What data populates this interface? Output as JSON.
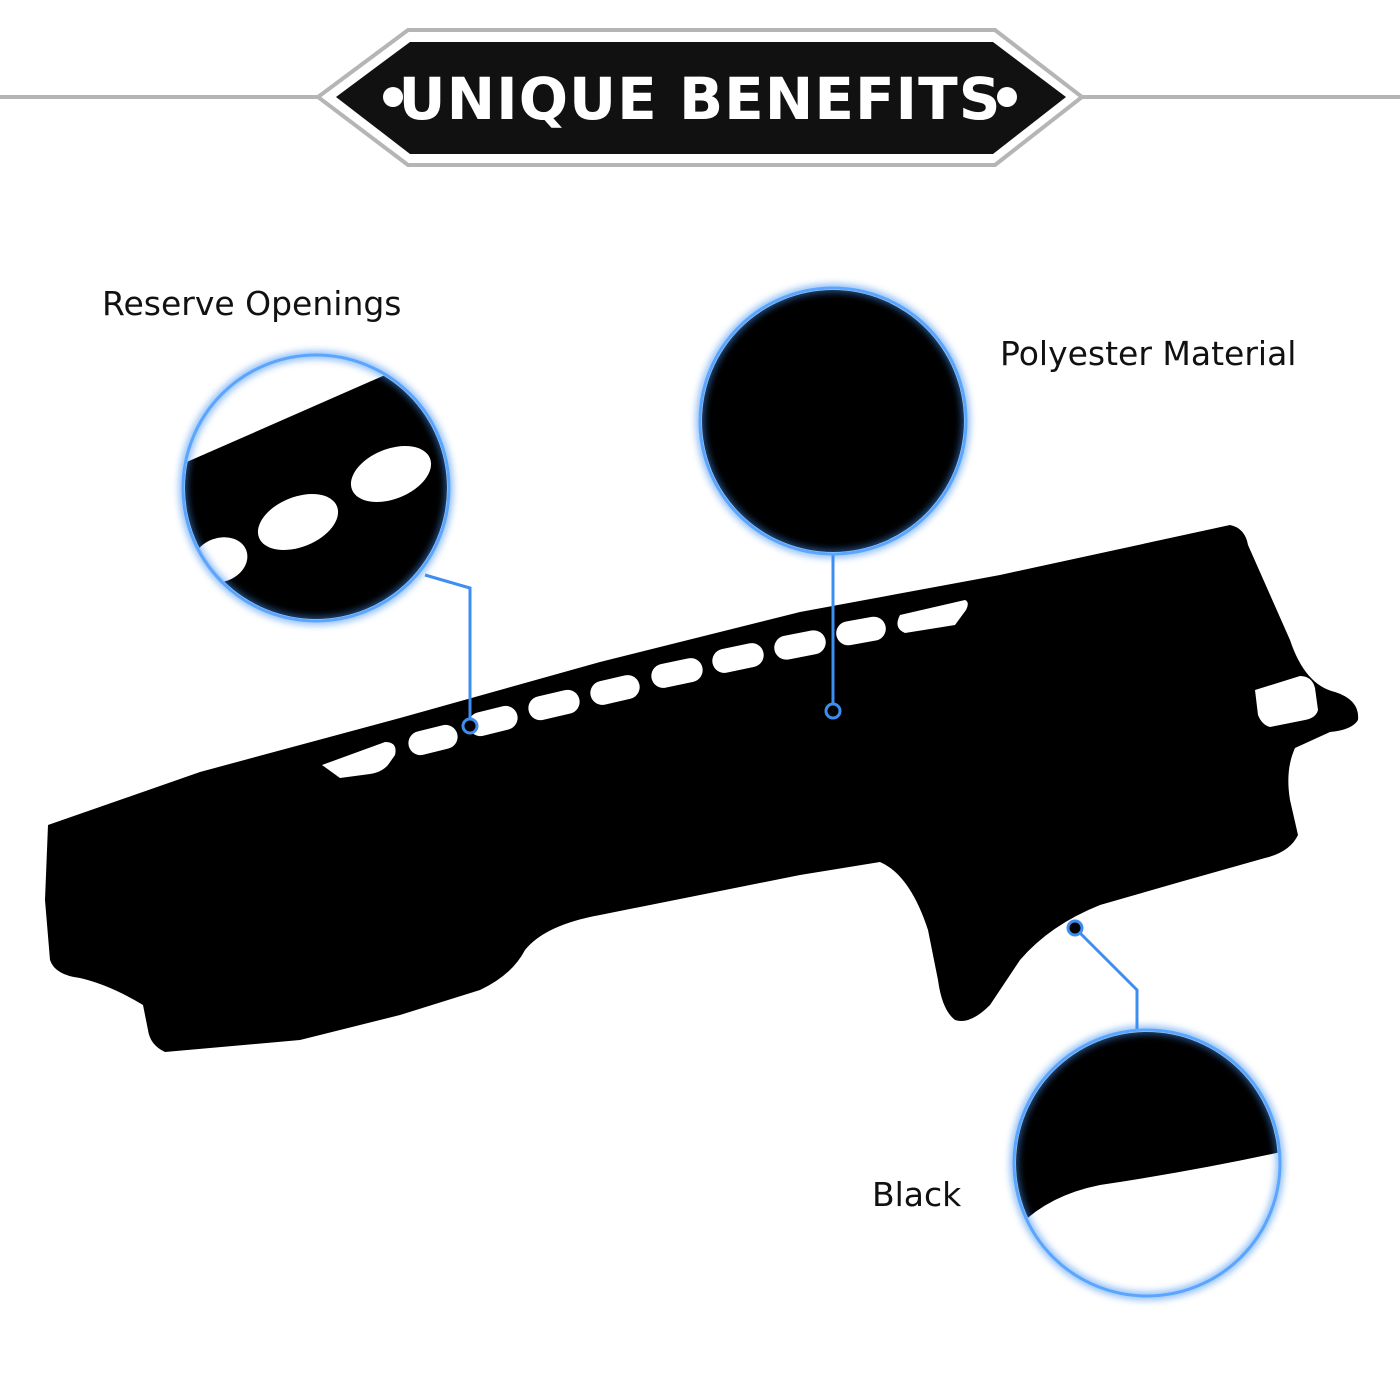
{
  "header": {
    "title": "UNIQUE BENEFITS"
  },
  "callouts": {
    "reserve_openings": "Reserve Openings",
    "polyester_material": "Polyester Material",
    "black": "Black"
  },
  "colors": {
    "accent_blue": "#3d8ef0",
    "header_bg": "#111111",
    "rule_gray": "#b5b5b5"
  }
}
